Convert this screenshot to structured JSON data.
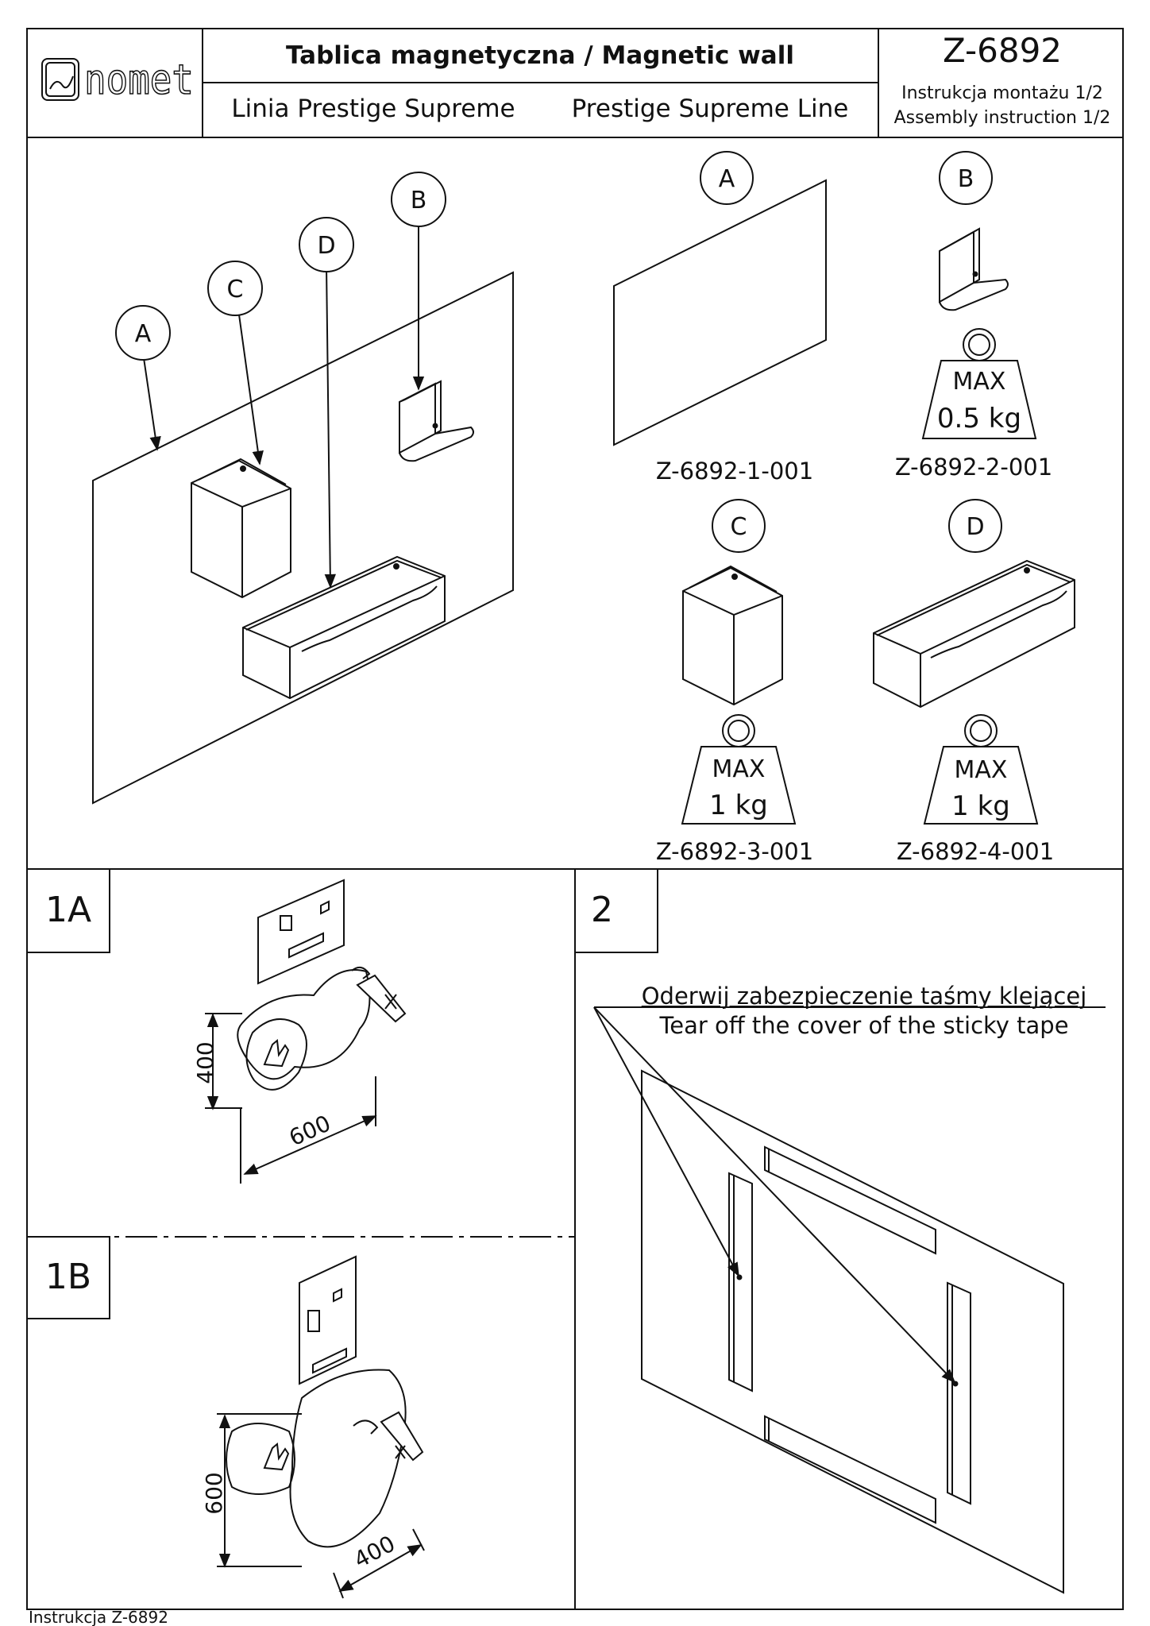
{
  "header": {
    "brand": "nomet",
    "title": "Tablica magnetyczna / Magnetic wall",
    "line_pl": "Linia Prestige Supreme",
    "line_en": "Prestige Supreme Line",
    "code": "Z-6892",
    "instr_pl": "Instrukcja montażu 1/2",
    "instr_en": "Assembly instruction 1/2"
  },
  "overview": {
    "label_a": "A",
    "label_b": "B",
    "label_c": "C",
    "label_d": "D"
  },
  "parts": [
    {
      "letter": "A",
      "code": "Z-6892-1-001"
    },
    {
      "letter": "B",
      "code": "Z-6892-2-001",
      "max": "MAX",
      "load": "0.5 kg"
    },
    {
      "letter": "C",
      "code": "Z-6892-3-001",
      "max": "MAX",
      "load": "1 kg"
    },
    {
      "letter": "D",
      "code": "Z-6892-4-001",
      "max": "MAX",
      "load": "1 kg"
    }
  ],
  "step_1a": {
    "label": "1A",
    "dim_h": "400",
    "dim_w": "600"
  },
  "step_1b": {
    "label": "1B",
    "dim_h": "600",
    "dim_w": "400"
  },
  "step_2": {
    "label": "2",
    "text_pl": "Oderwij zabezpieczenie taśmy klejącej",
    "text_en": "Tear off the cover of the sticky tape"
  },
  "footer": {
    "text": "Instrukcja Z-6892"
  }
}
